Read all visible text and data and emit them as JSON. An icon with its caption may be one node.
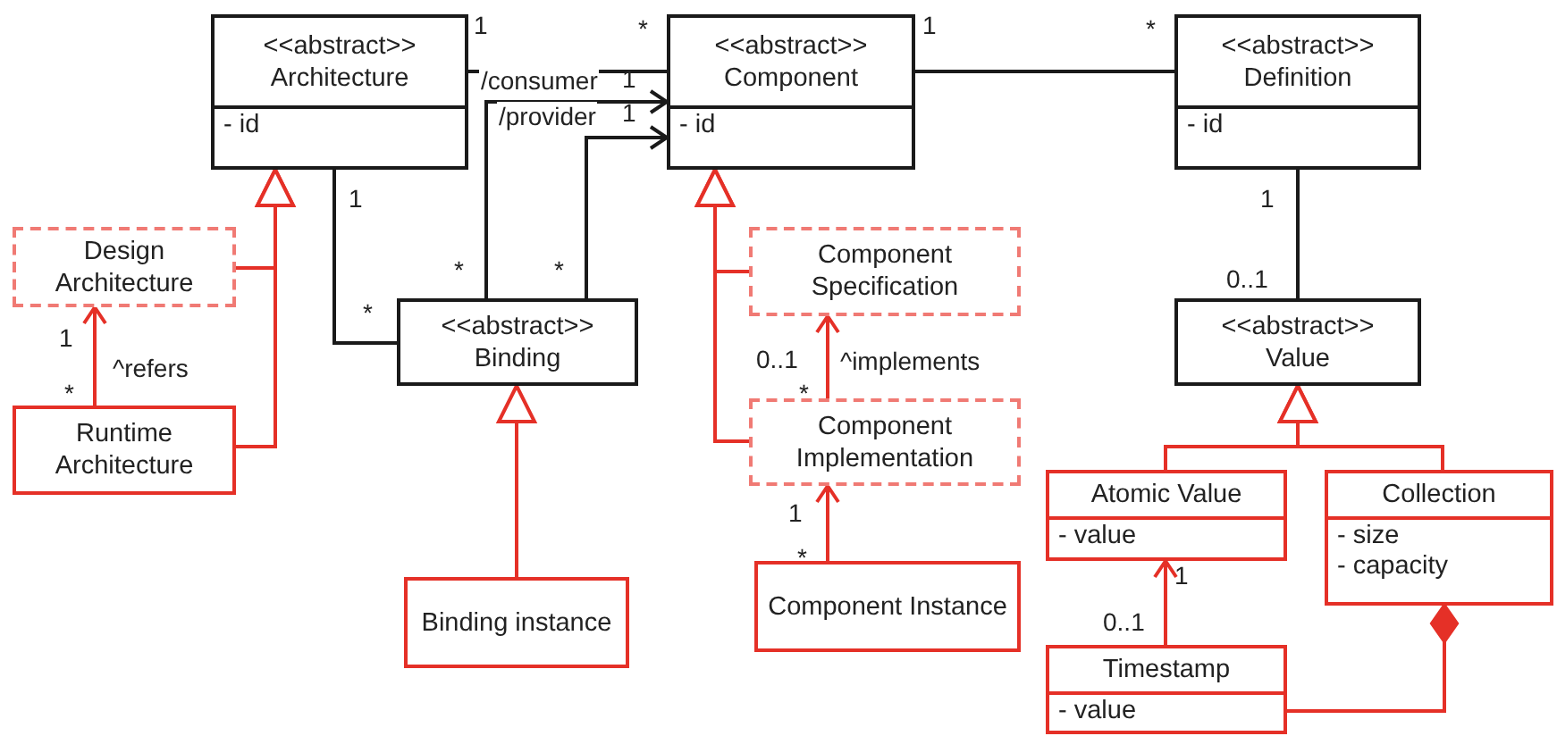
{
  "diagram": {
    "nodes": [
      {
        "text": [
          "<<abstract>>",
          "Architecture",
          "- id"
        ]
      },
      {
        "text": [
          "<<abstract>>",
          "Component",
          "- id"
        ]
      },
      {
        "text": [
          "<<abstract>>",
          "Definition",
          "- id"
        ]
      },
      {
        "text": [
          "Design Architecture"
        ]
      },
      {
        "text": [
          "Runtime Architecture"
        ]
      },
      {
        "text": [
          "<<abstract>>",
          "Binding"
        ]
      },
      {
        "text": [
          "Binding instance"
        ]
      },
      {
        "text": [
          "Component Specification"
        ]
      },
      {
        "text": [
          "Component Implementation"
        ]
      },
      {
        "text": [
          "Component Instance"
        ]
      },
      {
        "text": [
          "<<abstract>>",
          "Value"
        ]
      },
      {
        "text": [
          "Atomic Value",
          "- value"
        ]
      },
      {
        "text": [
          "Collection",
          "- size",
          "- capacity"
        ]
      },
      {
        "text": [
          "Timestamp",
          "- value"
        ]
      }
    ],
    "edges": [
      {
        "from": 0,
        "to": 1,
        "arrow": "none",
        "color": "#1a1a1a"
      },
      {
        "from": 1,
        "to": 2,
        "arrow": "none",
        "color": "#1a1a1a"
      },
      {
        "from": 0,
        "to": 5,
        "arrow": "none",
        "color": "#1a1a1a"
      },
      {
        "from": 5,
        "to": 1,
        "arrow": "to",
        "label": "/consumer",
        "color": "#1a1a1a"
      },
      {
        "from": 5,
        "to": 1,
        "arrow": "to",
        "label": "/provider",
        "color": "#1a1a1a"
      },
      {
        "from": 2,
        "to": 10,
        "arrow": "none",
        "color": "#1a1a1a"
      },
      {
        "from": 3,
        "to": 0,
        "arrow": "to"
      },
      {
        "from": 4,
        "to": 0,
        "arrow": "to"
      },
      {
        "from": 4,
        "to": 3,
        "arrow": "to",
        "label": "^refers"
      },
      {
        "from": 6,
        "to": 5,
        "arrow": "to"
      },
      {
        "from": 7,
        "to": 1,
        "arrow": "to"
      },
      {
        "from": 8,
        "to": 1,
        "arrow": "to"
      },
      {
        "from": 8,
        "to": 7,
        "arrow": "to",
        "label": "^implements"
      },
      {
        "from": 9,
        "to": 8,
        "arrow": "to"
      },
      {
        "from": 11,
        "to": 10,
        "arrow": "to"
      },
      {
        "from": 12,
        "to": 10,
        "arrow": "to"
      },
      {
        "from": 13,
        "to": 11,
        "arrow": "to"
      },
      {
        "from": 13,
        "to": 12,
        "arrow": "other"
      }
    ],
    "labels": [
      "1",
      "*",
      "1",
      "*",
      "1",
      "1",
      "1",
      "1",
      "*",
      "*",
      "0..1",
      "*",
      "1",
      "*",
      "0..1",
      "*",
      "1",
      "*",
      "1",
      "0..1"
    ]
  }
}
